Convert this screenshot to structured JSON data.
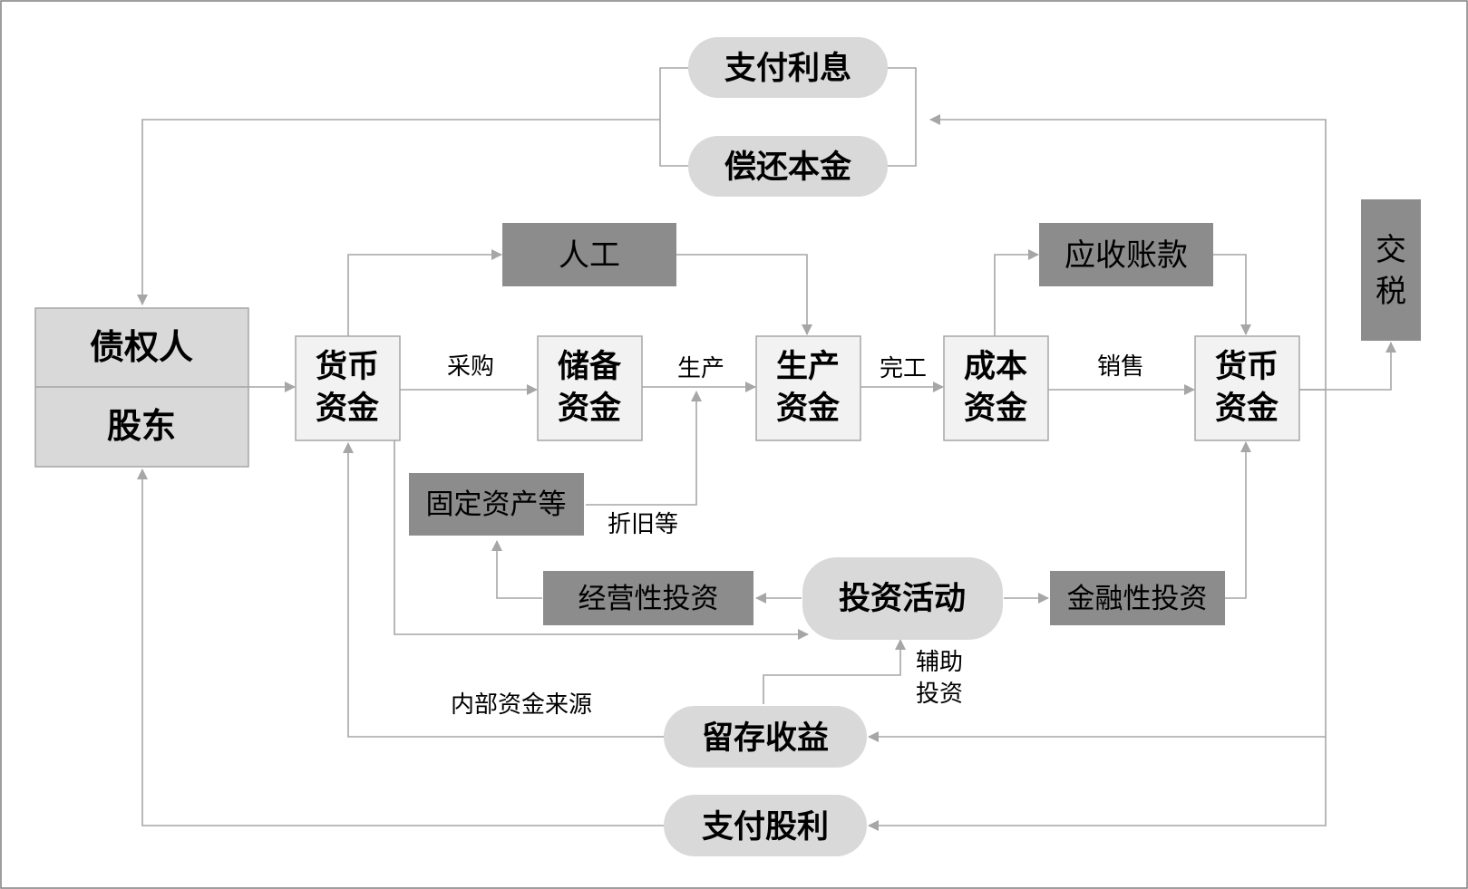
{
  "nodes": {
    "creditor": "债权人",
    "shareholder": "股东",
    "cash_start_1": "货币",
    "cash_start_2": "资金",
    "reserve_1": "储备",
    "reserve_2": "资金",
    "production_1": "生产",
    "production_2": "资金",
    "cost_1": "成本",
    "cost_2": "资金",
    "cash_end_1": "货币",
    "cash_end_2": "资金",
    "labor": "人工",
    "receivables": "应收账款",
    "tax_1": "交",
    "tax_2": "税",
    "pay_interest": "支付利息",
    "repay_principal": "偿还本金",
    "fixed_assets": "固定资产等",
    "operating_investment": "经营性投资",
    "investment_activity": "投资活动",
    "financial_investment": "金融性投资",
    "retained_earnings": "留存收益",
    "pay_dividends": "支付股利"
  },
  "labels": {
    "purchase": "采购",
    "produce": "生产",
    "complete": "完工",
    "sales": "销售",
    "depreciation": "折旧等",
    "assist_1": "辅助",
    "assist_2": "投资",
    "internal_source": "内部资金来源"
  }
}
